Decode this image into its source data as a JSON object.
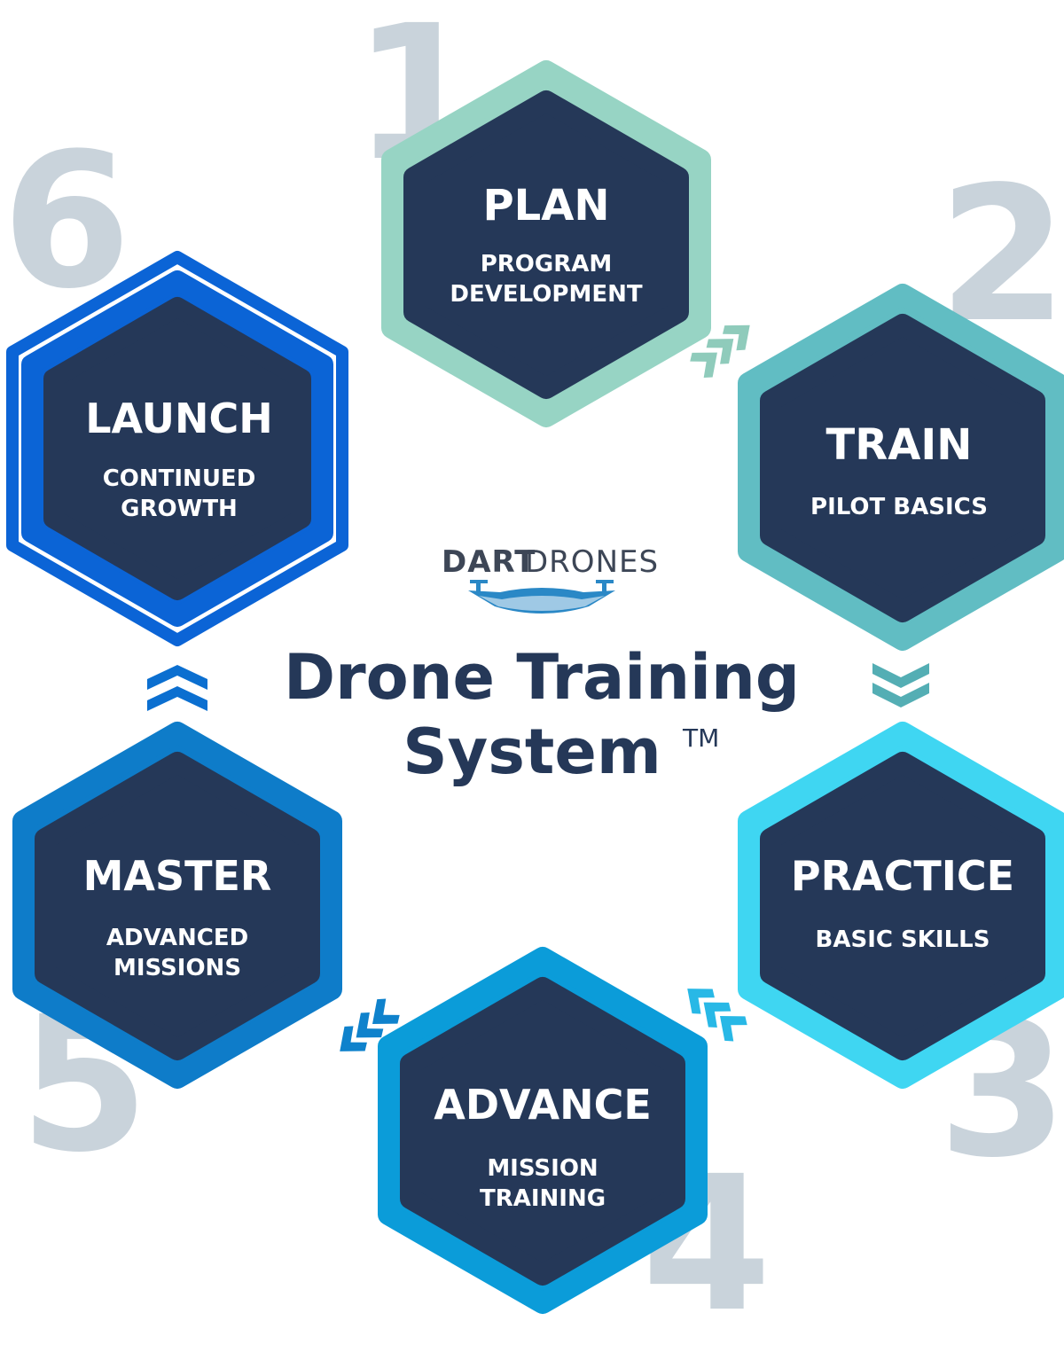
{
  "title_line1": "Drone Training",
  "title_line2": "System",
  "trademark": "TM",
  "logo": {
    "part1": "DART",
    "part2": "DRONES"
  },
  "steps": [
    {
      "number": "1",
      "title": "PLAN",
      "sub1": "PROGRAM",
      "sub2": "DEVELOPMENT",
      "ring_color": "#97d4c4"
    },
    {
      "number": "2",
      "title": "TRAIN",
      "sub1": "PILOT BASICS",
      "sub2": "",
      "ring_color": "#61bdc3"
    },
    {
      "number": "3",
      "title": "PRACTICE",
      "sub1": "BASIC SKILLS",
      "sub2": "",
      "ring_color": "#3fd6f2"
    },
    {
      "number": "4",
      "title": "ADVANCE",
      "sub1": "MISSION",
      "sub2": "TRAINING",
      "ring_color": "#0b9cd9"
    },
    {
      "number": "5",
      "title": "MASTER",
      "sub1": "ADVANCED",
      "sub2": "MISSIONS",
      "ring_color": "#0e7cc9"
    },
    {
      "number": "6",
      "title": "LAUNCH",
      "sub1": "CONTINUED",
      "sub2": "GROWTH",
      "ring_color": "#0b64d6"
    }
  ],
  "colors": {
    "hex_fill": "#253858",
    "number_gray": "#c9d3db",
    "title_navy": "#253858"
  }
}
